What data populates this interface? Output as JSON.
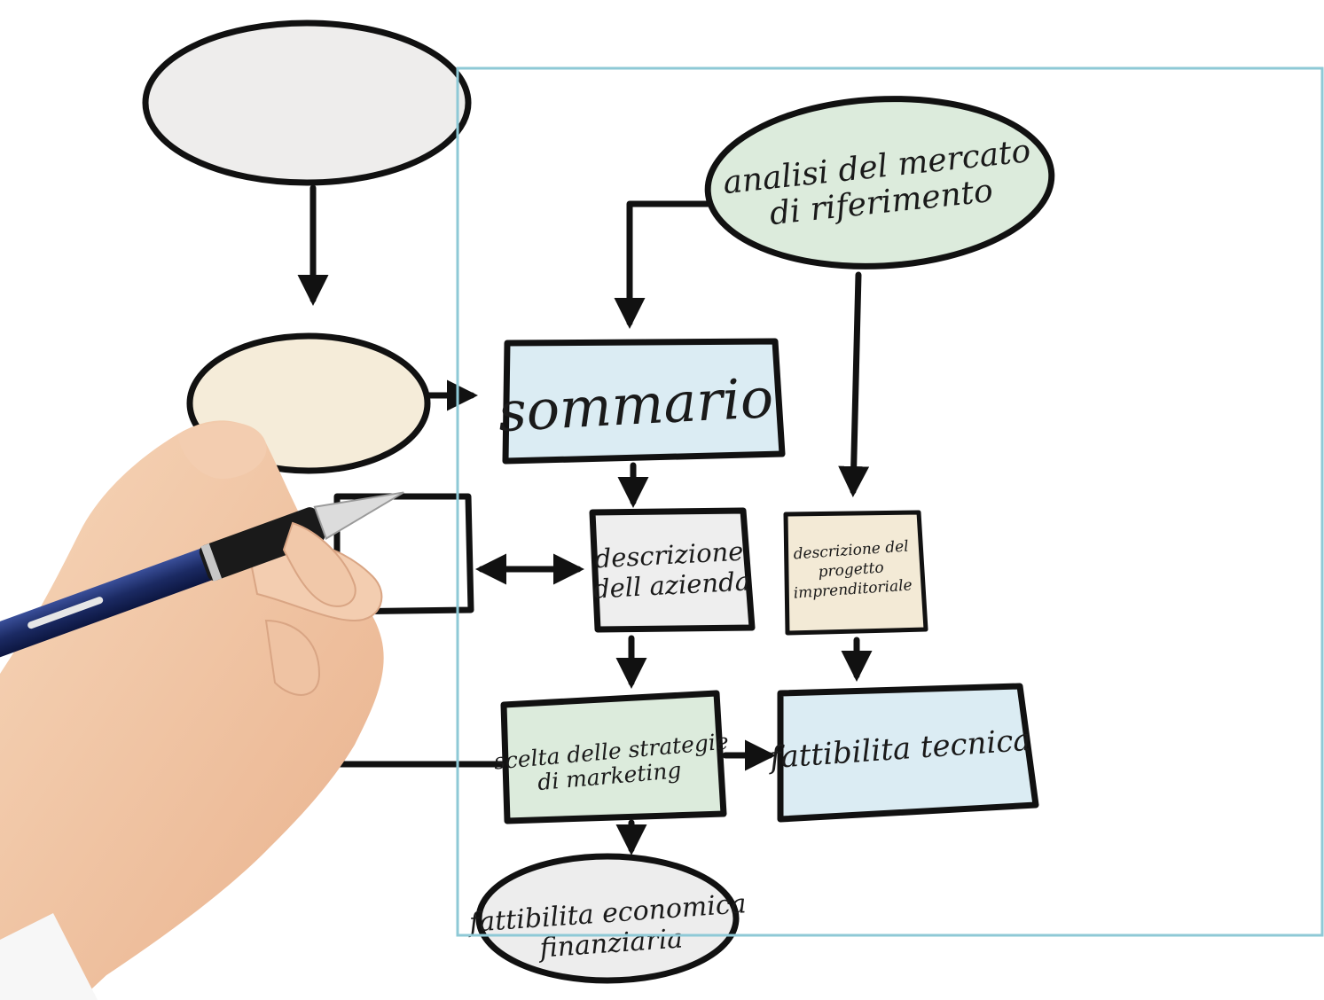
{
  "diagram": {
    "nodes": {
      "market_analysis": {
        "line1": "analisi del mercato",
        "line2": "di riferimento",
        "shape": "ellipse",
        "fill": "#dcebdc"
      },
      "summary": {
        "line1": "sommario",
        "shape": "rect",
        "fill": "#dbecf3"
      },
      "company_description": {
        "line1": "descrizione",
        "line2": "dell azienda",
        "shape": "rect",
        "fill": "#eeeeee"
      },
      "project_description": {
        "line1": "descrizione del",
        "line2": "progetto",
        "line3": "imprenditoriale",
        "shape": "rect",
        "fill": "#f3ead6"
      },
      "marketing_strategy": {
        "line1": "scelta delle strategie",
        "line2": "di marketing",
        "shape": "rect",
        "fill": "#dcebdc"
      },
      "technical_feasibility": {
        "line1": "fattibilita tecnica",
        "shape": "rect",
        "fill": "#dbecf3"
      },
      "economic_feasibility": {
        "line1": "fattibilita economica",
        "line2": "finanziaria",
        "shape": "ellipse",
        "fill": "#ededed"
      },
      "blank_top_ellipse": {
        "shape": "ellipse",
        "fill": "#eeedec"
      },
      "blank_mid_ellipse": {
        "shape": "ellipse",
        "fill": "#f5ecd9"
      },
      "blank_rect": {
        "shape": "rect",
        "fill": "#ffffff"
      }
    },
    "edges": [
      "blank_top_ellipse -> blank_mid_ellipse",
      "blank_mid_ellipse -> summary",
      "market_analysis -> summary",
      "market_analysis -> project_description",
      "summary -> company_description",
      "blank_rect <-> company_description",
      "company_description -> marketing_strategy",
      "project_description -> technical_feasibility",
      "marketing_strategy -> technical_feasibility",
      "marketing_strategy -> economic_feasibility",
      "marketing_strategy -> blank_rect"
    ],
    "colors": {
      "stroke": "#111111",
      "frame": "#8ec9d6",
      "skin": "#f1c7a6",
      "pen_body": "#1e2f6b"
    },
    "icons": [
      "hand-with-pen"
    ]
  }
}
